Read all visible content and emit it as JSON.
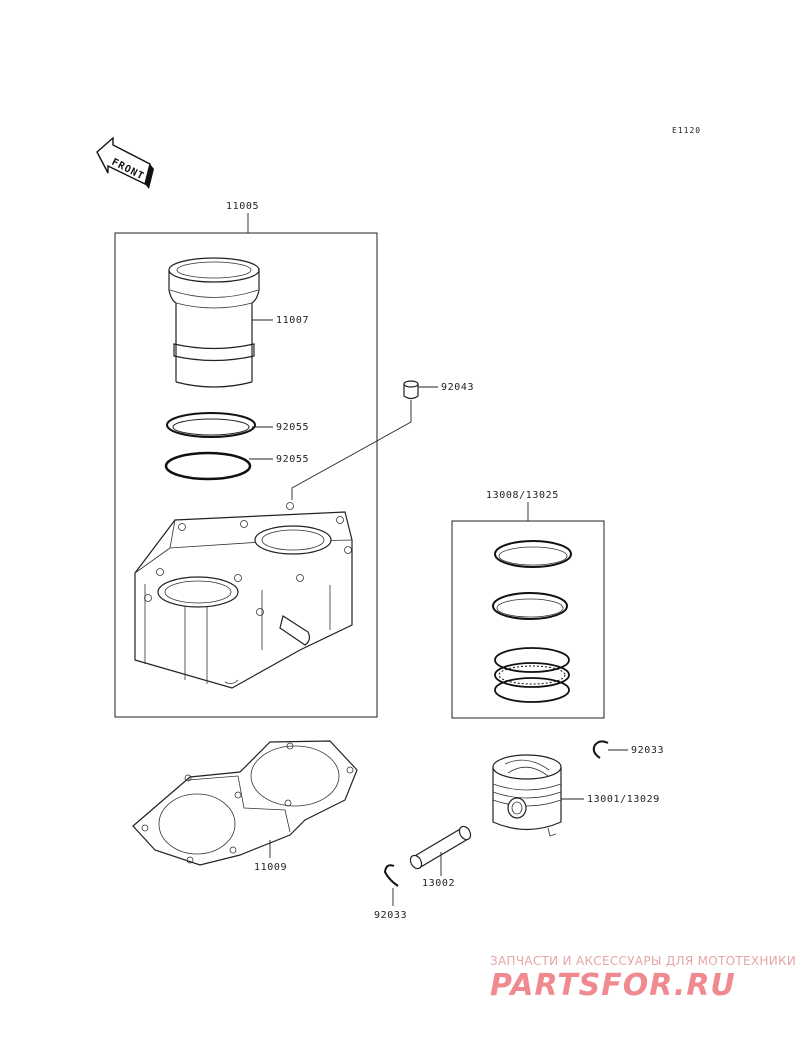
{
  "diagram_code": "E1120",
  "front_label": "FRONT",
  "parts": {
    "cylinder_assy": "11005",
    "sleeve": "11007",
    "dowel_pin": "92043",
    "o_ring_upper": "92055",
    "o_ring_lower": "92055",
    "ring_set": "13008/13025",
    "circlip_right": "92033",
    "piston": "13001/13029",
    "base_gasket": "11009",
    "piston_pin": "13002",
    "circlip_left": "92033"
  },
  "watermark": {
    "subtitle": "ЗАПЧАСТИ И АКСЕССУАРЫ ДЛЯ МОТОТЕХНИКИ",
    "brand": "PARTSFOR.RU",
    "color": "#ef8a90"
  }
}
